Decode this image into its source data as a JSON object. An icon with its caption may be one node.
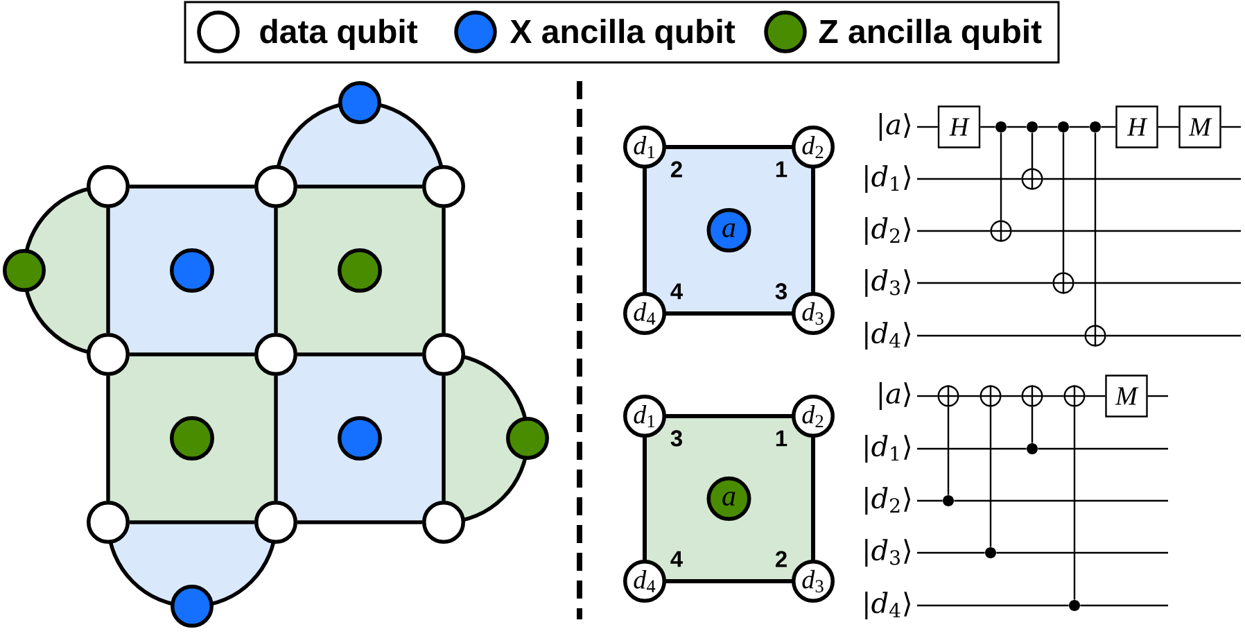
{
  "diagram": {
    "nodes": [
      {
        "text": [],
        "shape": "semicircle"
      },
      {
        "text": [],
        "shape": "circle"
      },
      {
        "text": [],
        "shape": "semicircle"
      },
      {
        "text": [],
        "shape": "circle"
      },
      {
        "text": [],
        "shape": "box"
      },
      {
        "text": [],
        "shape": "circle",
        "in": 4
      },
      {
        "text": [],
        "shape": "box"
      },
      {
        "text": [],
        "shape": "circle",
        "in": 6
      },
      {
        "text": [],
        "shape": "box"
      },
      {
        "text": [],
        "shape": "circle",
        "in": 8
      },
      {
        "text": [],
        "shape": "box"
      },
      {
        "text": [],
        "shape": "circle",
        "in": 10
      },
      {
        "text": [],
        "shape": "semicircle"
      },
      {
        "text": [],
        "shape": "circle"
      },
      {
        "text": [],
        "shape": "semicircle"
      },
      {
        "text": [],
        "shape": "circle"
      },
      {
        "text": [],
        "shape": "circle"
      },
      {
        "text": [],
        "shape": "circle"
      },
      {
        "text": [],
        "shape": "circle"
      },
      {
        "text": [],
        "shape": "circle"
      },
      {
        "text": [],
        "shape": "circle"
      },
      {
        "text": [],
        "shape": "circle"
      },
      {
        "text": [],
        "shape": "circle"
      },
      {
        "text": [],
        "shape": "circle"
      },
      {
        "text": [],
        "shape": "circle"
      },
      {
        "text": [
          "2",
          "1",
          "4",
          "3"
        ]
      },
      {
        "text": [
          "*d*$_{1}$"
        ]
      },
      {
        "text": [
          "*d*$_{2}$"
        ]
      },
      {
        "text": [
          "a"
        ],
        "in": 25
      },
      {
        "text": [
          "*d*$_{4}$"
        ]
      },
      {
        "text": [
          "*d*$_{3}$"
        ]
      },
      {
        "text": [
          "|*a*⟩"
        ]
      },
      {
        "text": [
          "H"
        ]
      },
      {
        "text": [],
        "shape": "dot"
      },
      {
        "text": [],
        "shape": "dot"
      },
      {
        "text": [],
        "shape": "dot"
      },
      {
        "text": [],
        "shape": "dot"
      },
      {
        "text": [
          "H"
        ]
      },
      {
        "text": [
          "M"
        ]
      },
      {
        "text": [
          "|*d*$_{1}$⟩"
        ]
      },
      {
        "text": [],
        "shape": "circle"
      },
      {
        "text": [
          "|*d*$_{2}$⟩"
        ]
      },
      {
        "text": [],
        "shape": "circle"
      },
      {
        "text": [
          "|*d*$_{3}$⟩"
        ]
      },
      {
        "text": [],
        "shape": "circle"
      },
      {
        "text": [
          "|*d*$_{4}$⟩"
        ]
      },
      {
        "text": [],
        "shape": "circle"
      },
      {
        "text": [
          "3",
          "1",
          "4",
          "2"
        ]
      },
      {
        "text": [
          "*d*$_{1}$"
        ]
      },
      {
        "text": [
          "*d*$_{2}$"
        ]
      },
      {
        "text": [
          "a"
        ],
        "in": 47
      },
      {
        "text": [
          "*d*$_{4}$"
        ]
      },
      {
        "text": [
          "*d*$_{3}$"
        ]
      },
      {
        "text": [
          "|*a*⟩"
        ]
      },
      {
        "text": [],
        "shape": "circle"
      },
      {
        "text": [],
        "shape": "circle"
      },
      {
        "text": [],
        "shape": "circle"
      },
      {
        "text": [],
        "shape": "circle"
      },
      {
        "text": [
          "M"
        ]
      },
      {
        "text": [
          "|*d*$_{1}$⟩"
        ]
      },
      {
        "text": [],
        "shape": "dot"
      },
      {
        "text": [
          "|*d*$_{2}$⟩"
        ]
      },
      {
        "text": [],
        "shape": "dot"
      },
      {
        "text": [
          "|*d*$_{3}$⟩"
        ]
      },
      {
        "text": [],
        "shape": "dot"
      },
      {
        "text": [
          "|*d*$_{4}$⟩"
        ]
      },
      {
        "text": [],
        "shape": "dot"
      }
    ],
    "edges": [
      {
        "from": 16,
        "to": 17,
        "arrow": "none",
        "style": "thick"
      },
      {
        "from": 17,
        "to": 18,
        "arrow": "none",
        "style": "thick"
      },
      {
        "from": 16,
        "to": 19,
        "arrow": "none",
        "style": "thick"
      },
      {
        "from": 17,
        "to": 20,
        "arrow": "none",
        "style": "thick"
      },
      {
        "from": 18,
        "to": 21,
        "arrow": "none",
        "style": "thick"
      },
      {
        "from": 19,
        "to": 20,
        "arrow": "none",
        "style": "thick"
      },
      {
        "from": 20,
        "to": 21,
        "arrow": "none",
        "style": "thick"
      },
      {
        "from": 19,
        "to": 22,
        "arrow": "none",
        "style": "thick"
      },
      {
        "from": 20,
        "to": 23,
        "arrow": "none",
        "style": "thick"
      },
      {
        "from": 21,
        "to": 24,
        "arrow": "none",
        "style": "thick"
      },
      {
        "from": 22,
        "to": 23,
        "arrow": "none",
        "style": "thick"
      },
      {
        "from": 23,
        "to": 24,
        "arrow": "none",
        "style": "thick"
      },
      {
        "from": 31,
        "to": 32,
        "arrow": "none"
      },
      {
        "from": 32,
        "to": 33,
        "arrow": "none"
      },
      {
        "from": 33,
        "to": 34,
        "arrow": "none"
      },
      {
        "from": 34,
        "to": 35,
        "arrow": "none"
      },
      {
        "from": 35,
        "to": 36,
        "arrow": "none"
      },
      {
        "from": 36,
        "to": 37,
        "arrow": "none"
      },
      {
        "from": 37,
        "to": 38,
        "arrow": "none"
      },
      {
        "from": 38,
        "to": null,
        "arrow": "none"
      },
      {
        "from": 39,
        "to": 40,
        "arrow": "none"
      },
      {
        "from": 40,
        "to": null,
        "arrow": "none"
      },
      {
        "from": 41,
        "to": 42,
        "arrow": "none"
      },
      {
        "from": 42,
        "to": null,
        "arrow": "none"
      },
      {
        "from": 43,
        "to": 44,
        "arrow": "none"
      },
      {
        "from": 44,
        "to": null,
        "arrow": "none"
      },
      {
        "from": 45,
        "to": 46,
        "arrow": "none"
      },
      {
        "from": 46,
        "to": null,
        "arrow": "none"
      },
      {
        "from": 33,
        "to": 42,
        "arrow": "none"
      },
      {
        "from": 34,
        "to": 40,
        "arrow": "none"
      },
      {
        "from": 35,
        "to": 44,
        "arrow": "none"
      },
      {
        "from": 36,
        "to": 46,
        "arrow": "none"
      },
      {
        "from": 53,
        "to": 54,
        "arrow": "none"
      },
      {
        "from": 54,
        "to": 55,
        "arrow": "none"
      },
      {
        "from": 55,
        "to": 56,
        "arrow": "none"
      },
      {
        "from": 56,
        "to": 57,
        "arrow": "none"
      },
      {
        "from": 57,
        "to": 58,
        "arrow": "none"
      },
      {
        "from": 58,
        "to": null,
        "arrow": "none"
      },
      {
        "from": 59,
        "to": 60,
        "arrow": "none"
      },
      {
        "from": 60,
        "to": null,
        "arrow": "none"
      },
      {
        "from": 61,
        "to": 62,
        "arrow": "none"
      },
      {
        "from": 62,
        "to": null,
        "arrow": "none"
      },
      {
        "from": 63,
        "to": 64,
        "arrow": "none"
      },
      {
        "from": 64,
        "to": null,
        "arrow": "none"
      },
      {
        "from": 65,
        "to": 66,
        "arrow": "none"
      },
      {
        "from": 66,
        "to": null,
        "arrow": "none"
      },
      {
        "from": 62,
        "to": 54,
        "arrow": "none"
      },
      {
        "from": 64,
        "to": 55,
        "arrow": "none"
      },
      {
        "from": 60,
        "to": 56,
        "arrow": "none"
      },
      {
        "from": 66,
        "to": 57,
        "arrow": "none"
      }
    ],
    "legend": [
      {
        "text": "data qubit"
      },
      {
        "text": "X ancilla qubit",
        "color": "#1570ff"
      },
      {
        "text": "Z ancilla qubit",
        "color": "#4a8c00"
      }
    ]
  }
}
